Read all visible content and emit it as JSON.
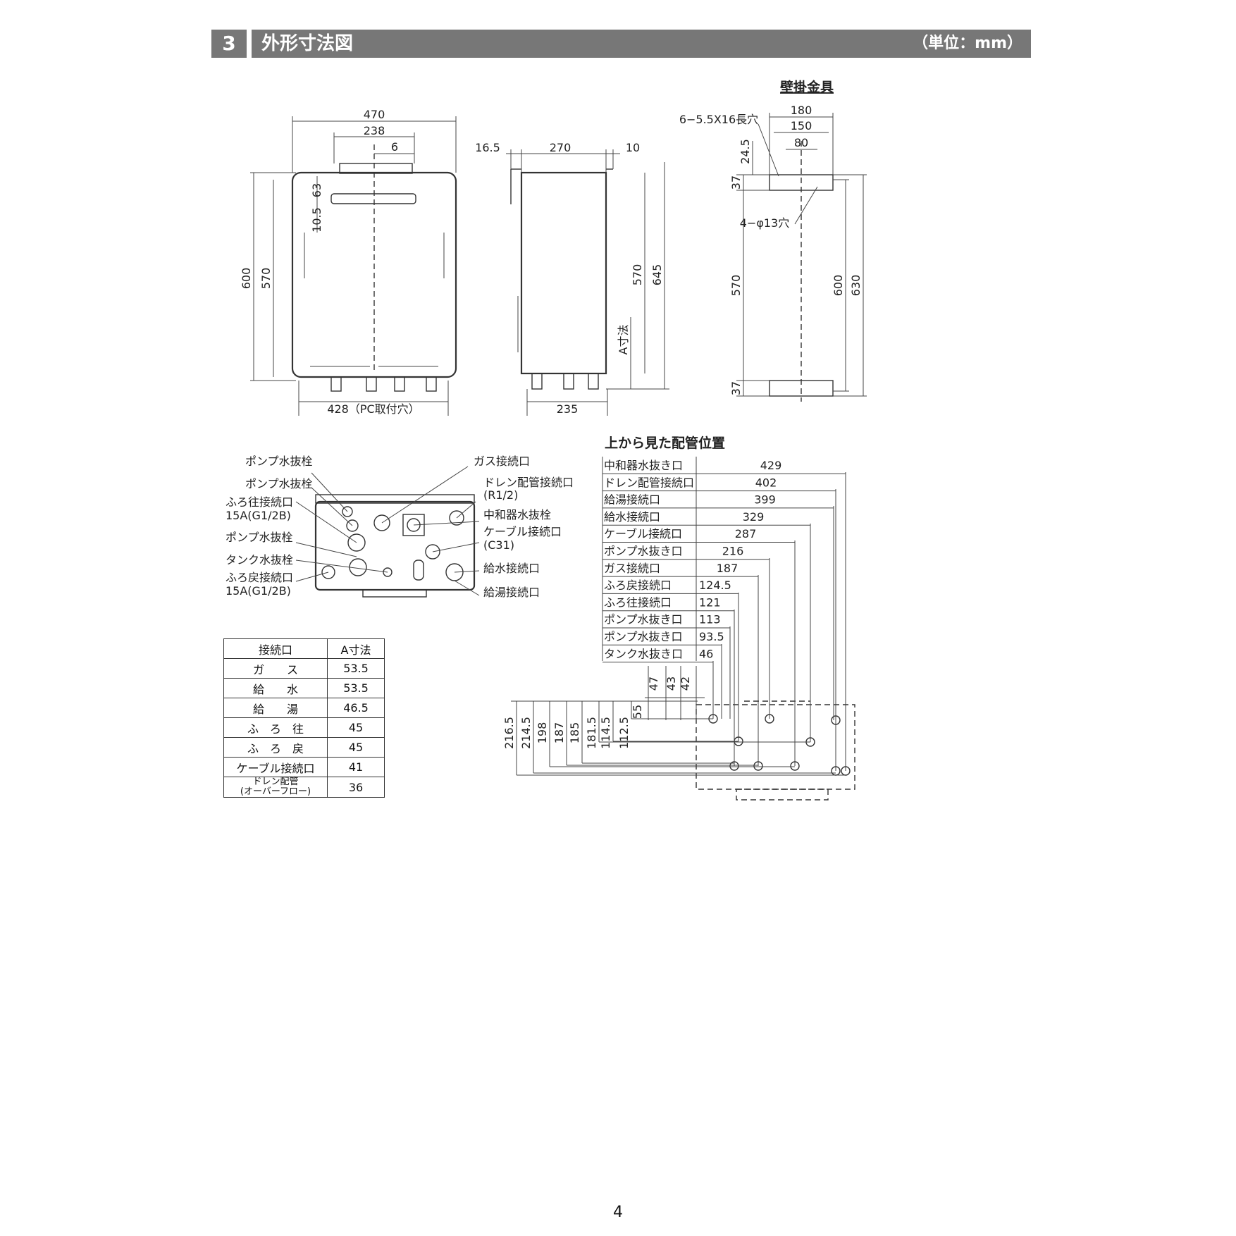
{
  "header": {
    "number": "3",
    "title": "外形寸法図",
    "unit": "（単位：mm）"
  },
  "page_number": "4",
  "front_view": {
    "width": "470",
    "bracket_width": "238",
    "offset": "6",
    "height": "600",
    "inner_height": "570",
    "top_a": "63",
    "top_b": "10.5",
    "bottom_width": "428（PC取付穴）"
  },
  "side_view": {
    "left_offset": "16.5",
    "depth": "270",
    "right_offset": "10",
    "height_a": "570",
    "height_b": "645",
    "a_dim_label": "A寸法",
    "bottom_depth": "235"
  },
  "bracket": {
    "title": "壁掛金具",
    "slot_note": "6−5.5X16長穴",
    "hole_note": "4−φ13穴",
    "w1": "180",
    "w2": "150",
    "w3": "80",
    "top_gap": "24.5",
    "top_37": "37",
    "span_570": "570",
    "span_600": "600",
    "span_630": "630",
    "bottom_37": "37"
  },
  "connections": {
    "labels_left": [
      "ポンプ水抜栓",
      "ポンプ水抜栓",
      "ふろ往接続口",
      "15A(G1/2B)",
      "ポンプ水抜栓",
      "タンク水抜栓",
      "ふろ戻接続口",
      "15A(G1/2B)"
    ],
    "labels_right": [
      "ガス接続口",
      "ドレン配管接続口",
      "(R1/2)",
      "中和器水抜栓",
      "ケーブル接続口",
      "(C31)",
      "給水接続口",
      "給湯接続口"
    ]
  },
  "a_table": {
    "header": [
      "接続口",
      "A寸法"
    ],
    "rows": [
      {
        "name": "ガ　　ス",
        "value": "53.5"
      },
      {
        "name": "給　　水",
        "value": "53.5"
      },
      {
        "name": "給　　湯",
        "value": "46.5"
      },
      {
        "name": "ふ　ろ　往",
        "value": "45"
      },
      {
        "name": "ふ　ろ　戻",
        "value": "45"
      },
      {
        "name": "ケーブル接続口",
        "value": "41"
      },
      {
        "name": "ドレン配管\n(オーバーフロー)",
        "value": "36"
      }
    ]
  },
  "top_view": {
    "title": "上から見た配管位置",
    "rows": [
      {
        "name": "中和器水抜き口",
        "value": "429"
      },
      {
        "name": "ドレン配管接続口",
        "value": "402"
      },
      {
        "name": "給湯接続口",
        "value": "399"
      },
      {
        "name": "給水接続口",
        "value": "329"
      },
      {
        "name": "ケーブル接続口",
        "value": "287"
      },
      {
        "name": "ポンプ水抜き口",
        "value": "216"
      },
      {
        "name": "ガス接続口",
        "value": "187"
      },
      {
        "name": "ふろ戻接続口",
        "value": "124.5"
      },
      {
        "name": "ふろ往接続口",
        "value": "121"
      },
      {
        "name": "ポンプ水抜き口",
        "value": "113"
      },
      {
        "name": "ポンプ水抜き口",
        "value": "93.5"
      },
      {
        "name": "タンク水抜き口",
        "value": "46"
      }
    ],
    "vertical_dims": [
      "216.5",
      "214.5",
      "198",
      "187",
      "185",
      "181.5",
      "114.5",
      "112.5",
      "55"
    ],
    "top_dims": [
      "47",
      "43",
      "42"
    ]
  }
}
